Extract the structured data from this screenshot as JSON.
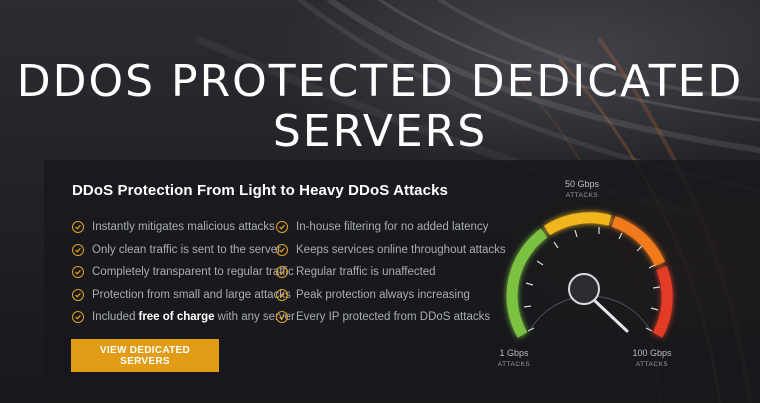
{
  "hero": {
    "title_line1": "DDOS PROTECTED DEDICATED",
    "title_line2": "SERVERS"
  },
  "panel": {
    "heading": "DDoS Protection From Light to Heavy DDoS Attacks",
    "left_features": [
      {
        "text": "Instantly mitigates malicious attacks"
      },
      {
        "text": "Only clean traffic is sent to the server"
      },
      {
        "text": "Completely transparent to regular traffic"
      },
      {
        "text": "Protection from small and large attacks"
      },
      {
        "pre": "Included",
        "bold": "free of charge",
        "post": "with any server"
      }
    ],
    "right_features": [
      {
        "text": "In-house filtering for no added latency"
      },
      {
        "text": "Keeps services online throughout attacks"
      },
      {
        "text": "Regular traffic is unaffected"
      },
      {
        "text": "Peak protection always increasing"
      },
      {
        "text": "Every IP protected from DDoS attacks"
      }
    ],
    "cta_label": "VIEW DEDICATED SERVERS"
  },
  "gauge": {
    "top_value": "50 Gbps",
    "top_sub": "ATTACKS",
    "left_value": "1 Gbps",
    "left_sub": "ATTACKS",
    "right_value": "100 Gbps",
    "right_sub": "ATTACKS"
  },
  "colors": {
    "accent": "#e19b14",
    "check": "#e0a122",
    "gauge_green": "#7cc243",
    "gauge_yellow": "#f2b51c",
    "gauge_orange": "#f07a1e",
    "gauge_red": "#e23a27"
  }
}
